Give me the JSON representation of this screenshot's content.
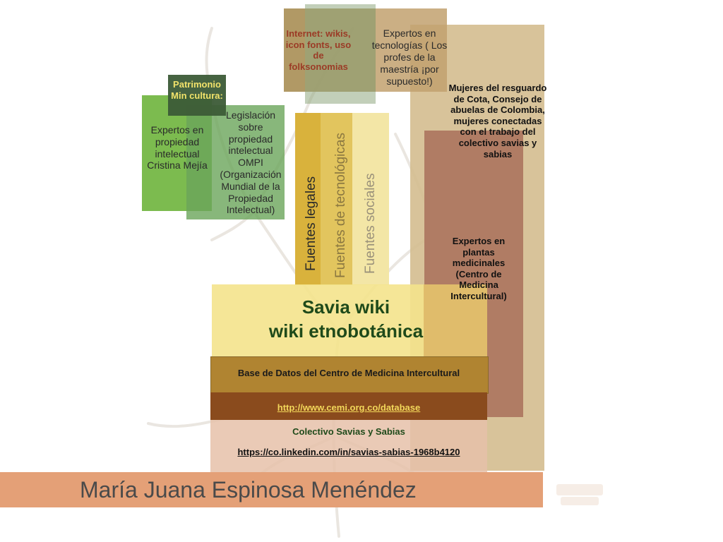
{
  "patrimonio": "Patrimonio Min cultura:",
  "expertos_propiedad": "Expertos en propiedad intelectual Cristina Mejía",
  "legislacion": "Legislación sobre propiedad intelectual OMPI (Organización Mundial de la Propiedad Intelectual)",
  "internet": "Internet: wikis, icon fonts, uso de folksonomias",
  "expertos_tecnologias": "Expertos en tecnologías ( Los profes de la maestría ¡por supuesto!)",
  "mujeres": "Mujeres del resguardo de Cota, Consejo de abuelas de Colombia, mujeres conectadas con el trabajo del colectivo savias y sabias",
  "expertos_plantas": "Expertos en plantas medicinales (Centro de Medicina Intercultural)",
  "fuentes_legales": "Fuentes legales",
  "fuentes_tecnologicas": "Fuentes de tecnológicas",
  "fuentes_sociales": "Fuentes sociales",
  "savia_title": "Savia wiki",
  "savia_subtitle": "wiki etnobotánica",
  "base_datos": "Base de Datos del Centro de Medicina Intercultural",
  "cemi_link": "http://www.cemi.org.co/database",
  "colectivo": "Colectivo Savias y Sabias",
  "linkedin": "https://co.linkedin.com/in/savias-sabias-1968b4120",
  "author": "María Juana Espinosa Menéndez",
  "colors": {
    "accent_green_dark": "#1f4a1a",
    "banner": "#e4a077",
    "brown": "#8a4b1d"
  }
}
